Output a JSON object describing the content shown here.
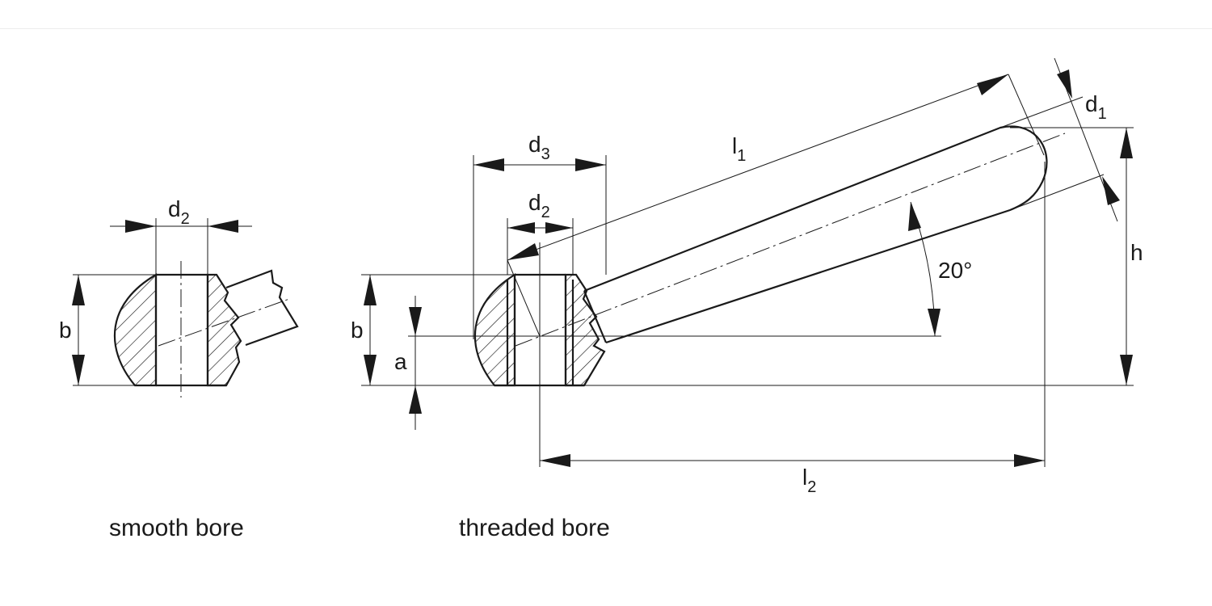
{
  "labels": {
    "d2_left": {
      "main": "d",
      "sub": "2"
    },
    "b_left": "b",
    "d3": {
      "main": "d",
      "sub": "3"
    },
    "d2_right": {
      "main": "d",
      "sub": "2"
    },
    "l1": {
      "main": "l",
      "sub": "1"
    },
    "d1": {
      "main": "d",
      "sub": "1"
    },
    "h": "h",
    "angle": "20°",
    "b_right": "b",
    "a": "a",
    "l2": {
      "main": "l",
      "sub": "2"
    }
  },
  "captions": {
    "smooth": "smooth bore",
    "threaded": "threaded bore"
  }
}
